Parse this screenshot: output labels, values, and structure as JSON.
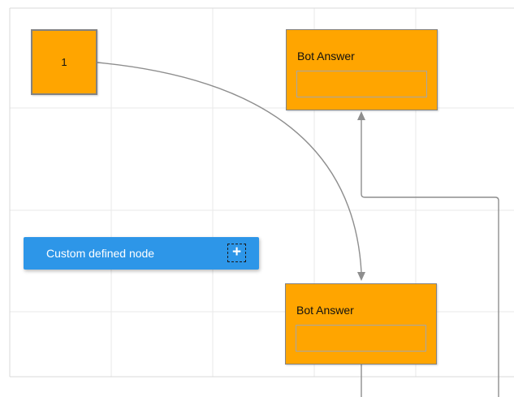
{
  "colors": {
    "canvas_bg": "#ffffff",
    "grid_line": "#e8e8e8",
    "page_border": "#d9d9d9",
    "node_fill": "#ffa500",
    "node_border": "#828282",
    "inner_box_border": "#a6a6a6",
    "node_text": "#111111",
    "connector": "#8e8e8e",
    "custom_node_fill": "#2d96e8",
    "custom_node_text": "#ffffff"
  },
  "nodes": {
    "start": {
      "label": "1"
    },
    "bot_answer_top": {
      "title": "Bot Answer"
    },
    "bot_answer_bottom": {
      "title": "Bot Answer"
    },
    "custom_defined": {
      "label": "Custom defined node",
      "add_icon_glyph": "+"
    }
  }
}
